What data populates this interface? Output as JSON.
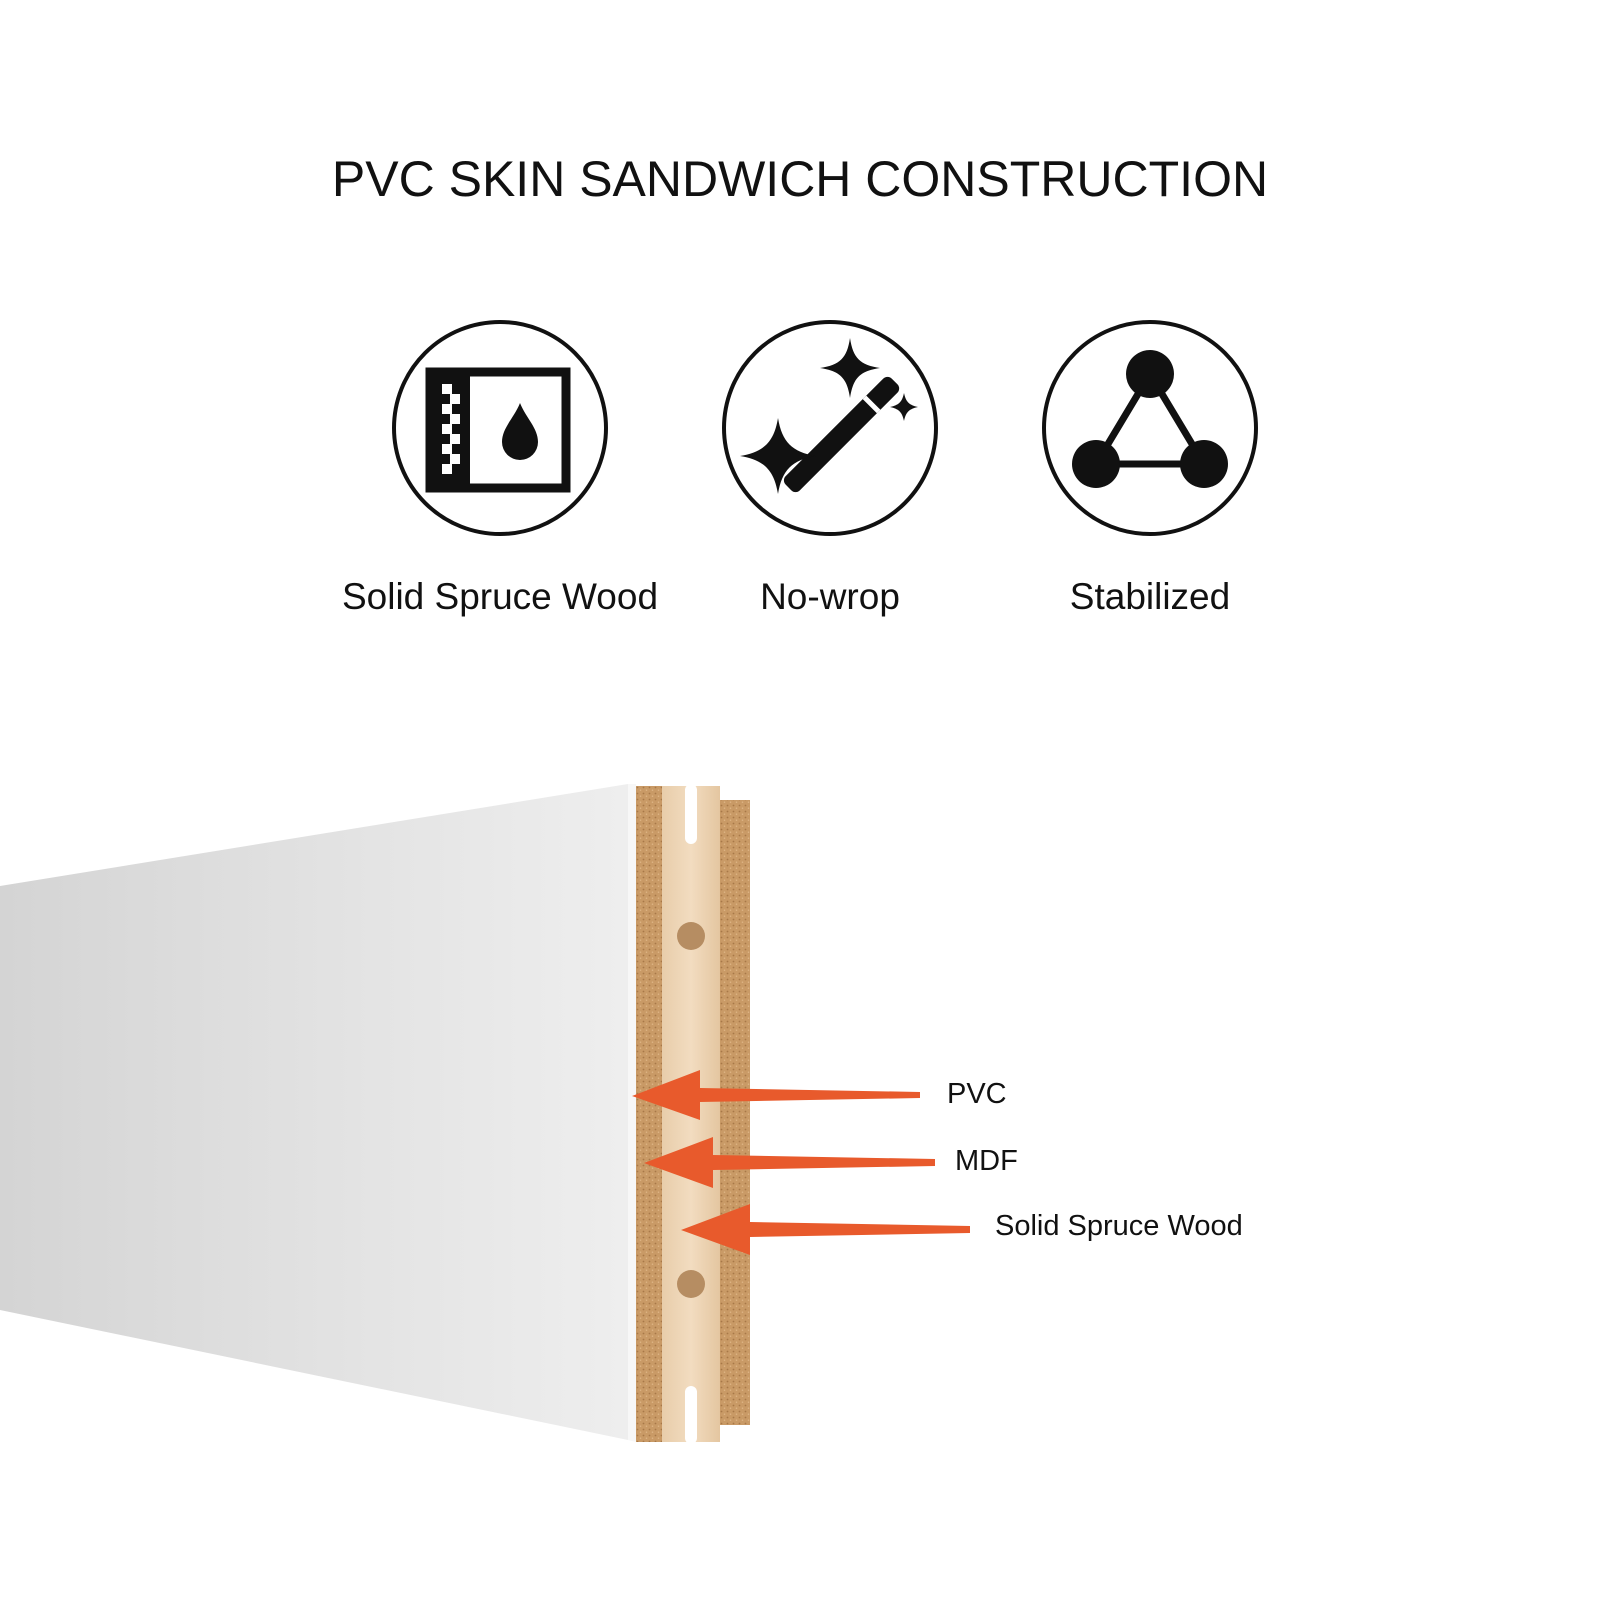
{
  "title": "PVC SKIN SANDWICH CONSTRUCTION",
  "features": [
    {
      "icon": "moisture-resistant-layers-icon",
      "label": "Solid Spruce Wood"
    },
    {
      "icon": "magic-wand-sparkle-icon",
      "label": "No-wrop"
    },
    {
      "icon": "triangle-nodes-icon",
      "label": "Stabilized"
    }
  ],
  "callouts": [
    {
      "label": "PVC"
    },
    {
      "label": "MDF"
    },
    {
      "label": "Solid Spruce Wood"
    }
  ],
  "colors": {
    "arrow": "#e85a2c",
    "icon": "#111111",
    "mdf": "#c99a66",
    "spruce": "#e9cfae",
    "pvc": "#e2e2e2"
  }
}
